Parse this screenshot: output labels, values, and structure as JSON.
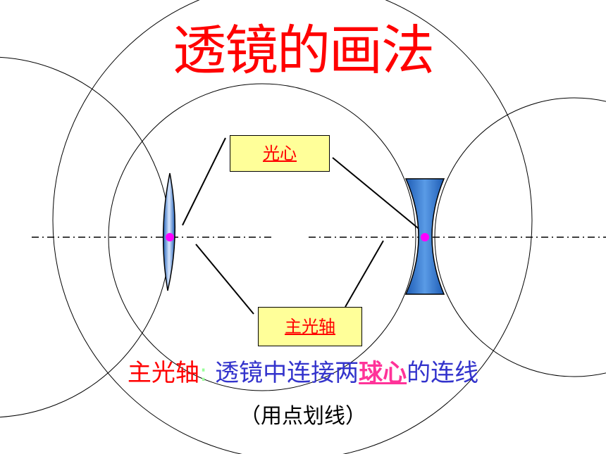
{
  "title": "透镜的画法",
  "labels": {
    "optical_center": "光心",
    "principal_axis": "主光轴"
  },
  "caption": {
    "term": "主光轴",
    "colon": ":",
    "def_part1": "透镜中连接两",
    "emphasis": "球心",
    "def_part2": "的连线"
  },
  "note": "（用点划线）",
  "colors": {
    "title": "#ff0000",
    "label_box_fill": "#ffff99",
    "label_text": "#ff0000",
    "definition": "#3333cc",
    "emphasis": "#ff3399",
    "lens_fill": "#3b7fd0",
    "optical_center_dot": "#ff00ff"
  },
  "icons": [
    "convex-lens",
    "concave-lens"
  ]
}
